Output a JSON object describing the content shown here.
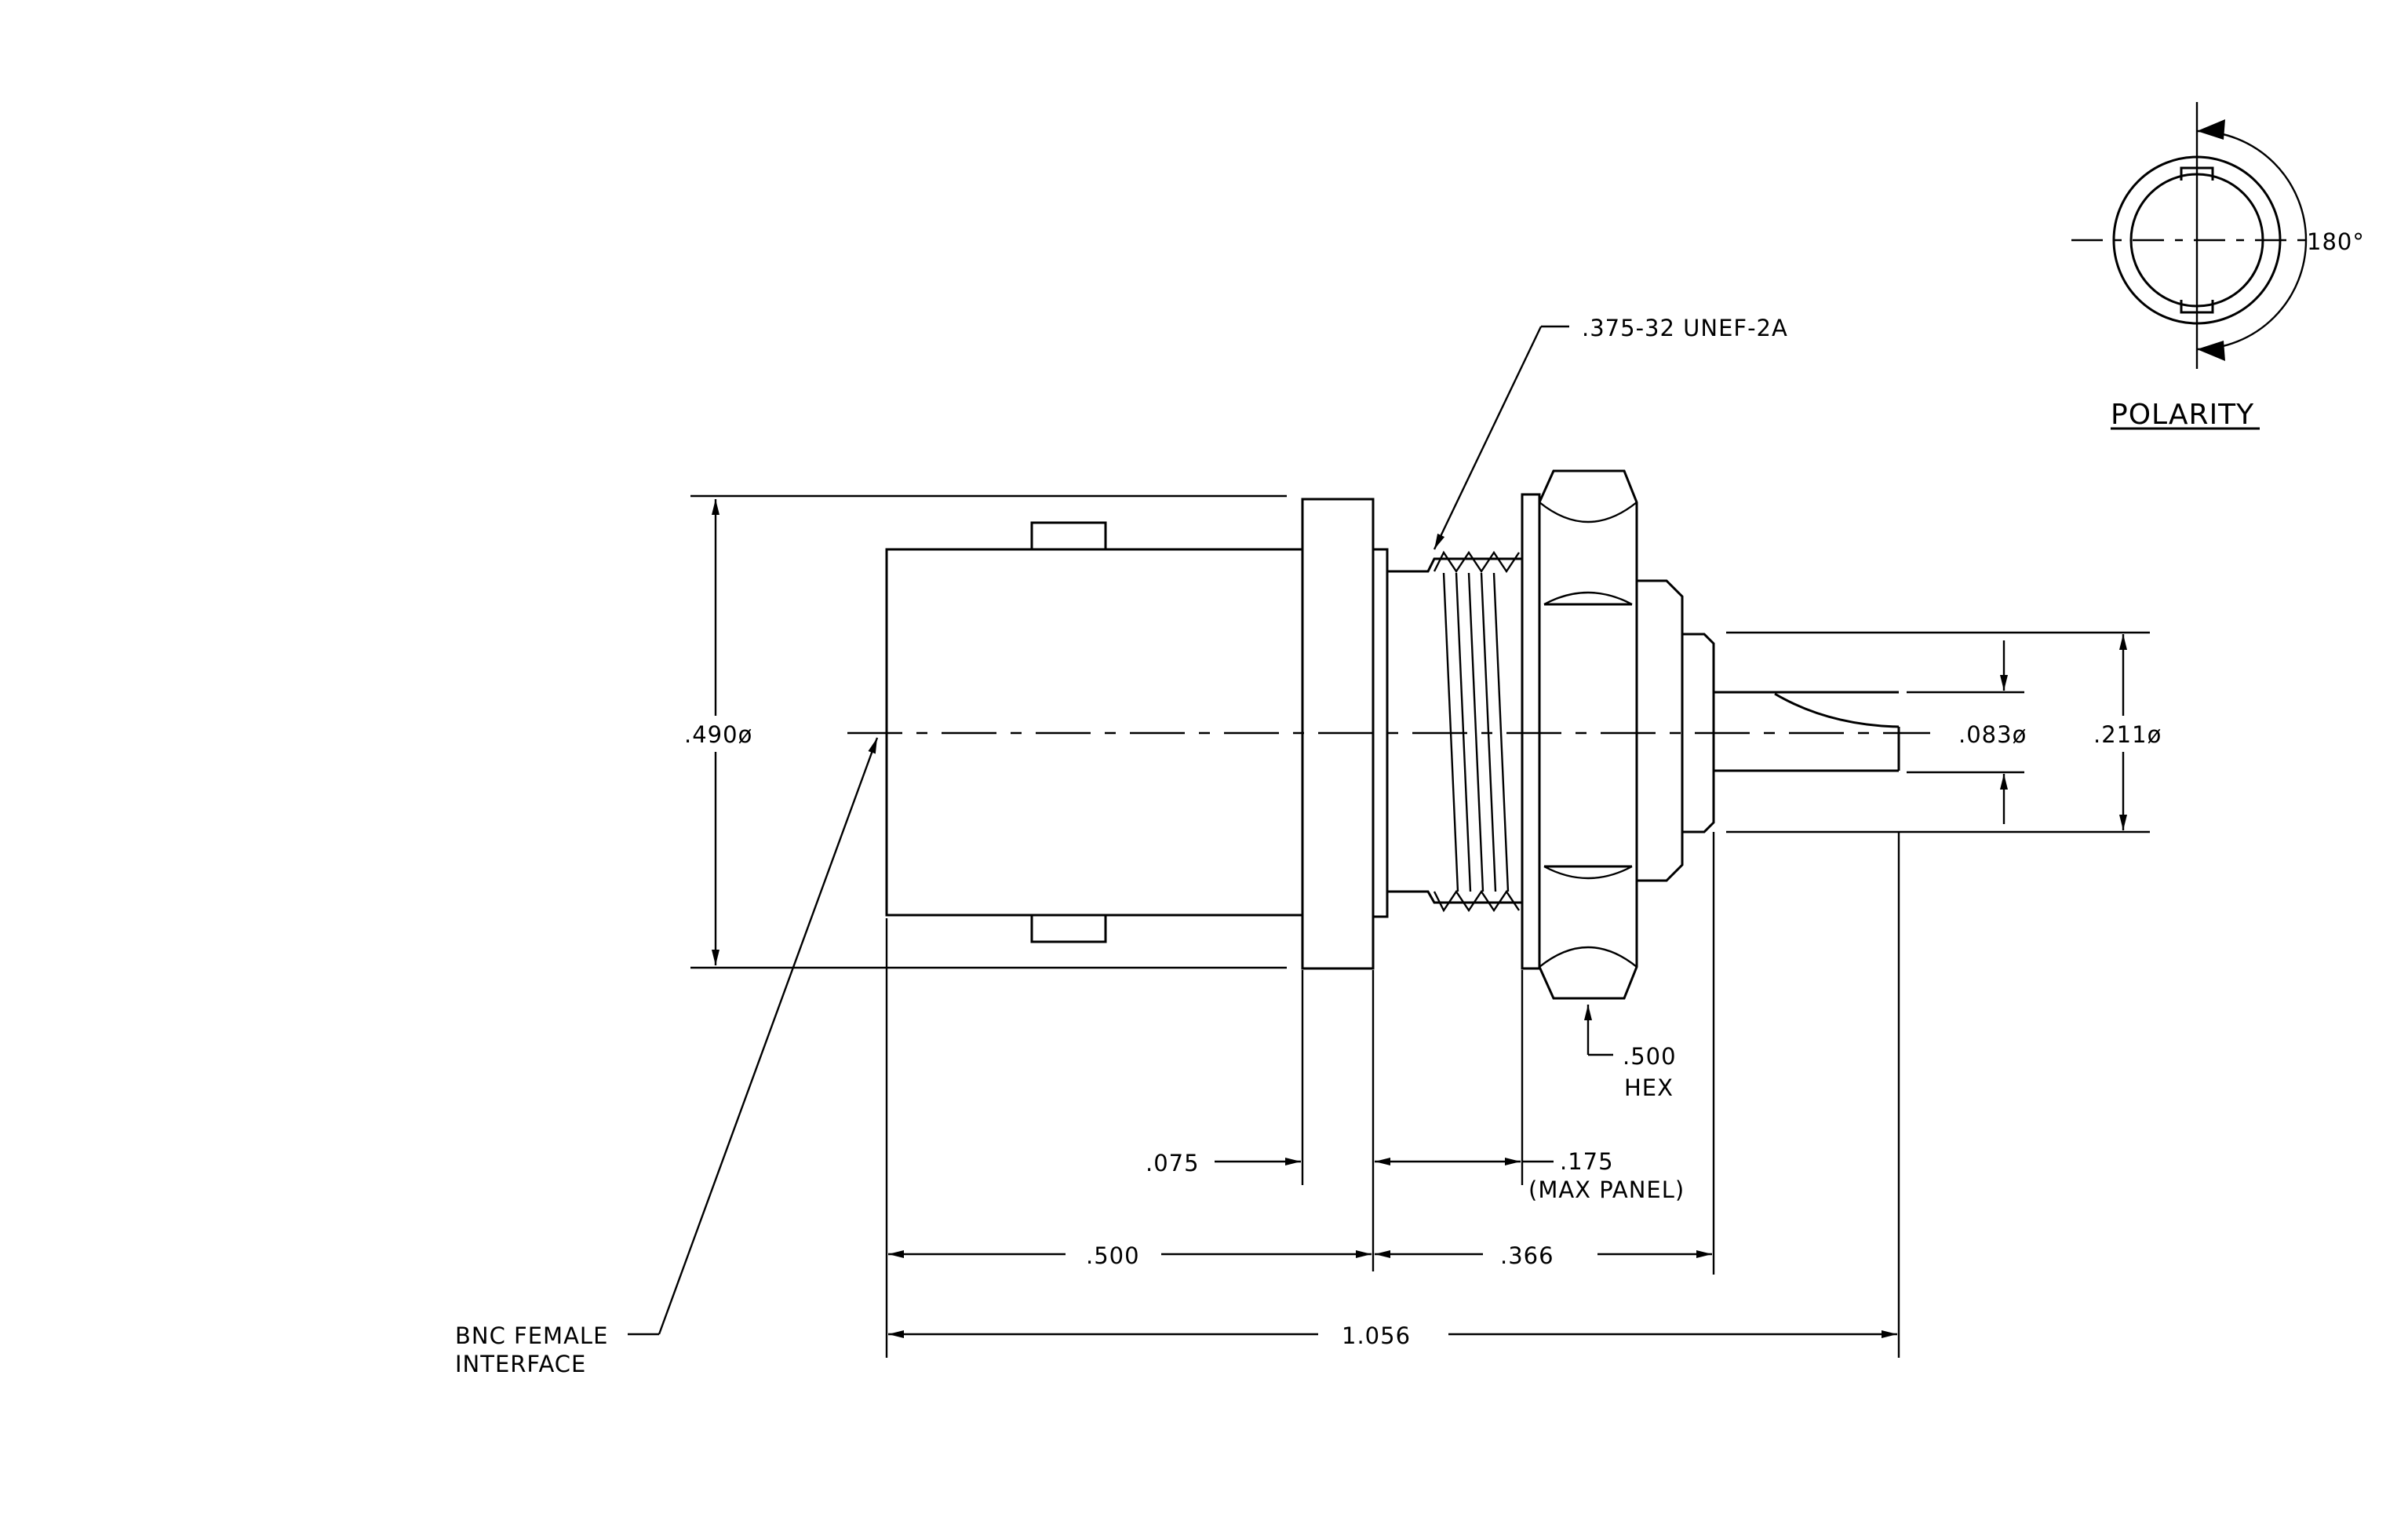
{
  "labels": {
    "thread": ".375-32 UNEF-2A",
    "polarity": "POLARITY",
    "angle": "180°",
    "body_dia": ".490ø",
    "pin_dia": ".083ø",
    "tail_dia": ".211ø",
    "hex_size": ".500",
    "hex_word": "HEX",
    "flange": ".075",
    "panel_value": ".175",
    "panel_note": "(MAX PANEL)",
    "len_front": ".500",
    "len_rear": ".366",
    "len_total": "1.056",
    "interface_line1": "BNC FEMALE",
    "interface_line2": "INTERFACE"
  }
}
